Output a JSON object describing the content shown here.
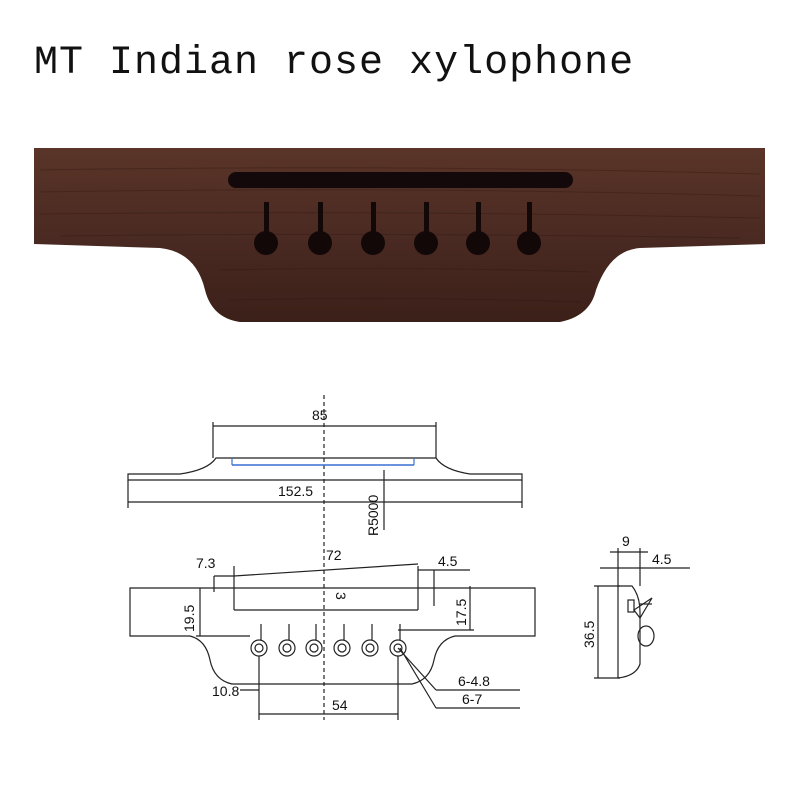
{
  "title": "MT Indian rose xylophone",
  "colors": {
    "wood": "#4a2a22",
    "wood_dark": "#33190f",
    "line": "#222222",
    "accent_line": "#3a6fd0"
  },
  "dimensions": {
    "top_view_width": "85",
    "total_length": "152.5",
    "radius": "R5000",
    "slot_length": "72",
    "end_offset_left": "7.3",
    "end_offset_right": "4.5",
    "slot_depth_mark": "3",
    "height_left": "19.5",
    "height_right": "17.5",
    "pin_edge_offset": "10.8",
    "pin_span": "54",
    "pin_hole_small": "6-4.8",
    "pin_hole_large": "6-7",
    "side_width": "9",
    "side_offset": "4.5",
    "side_height": "36.5"
  }
}
